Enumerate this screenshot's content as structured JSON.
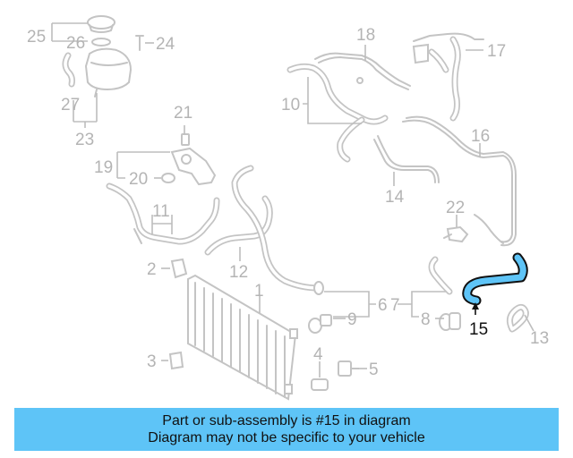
{
  "diagram": {
    "callouts": {
      "c1": "1",
      "c2": "2",
      "c3": "3",
      "c4": "4",
      "c5": "5",
      "c6": "6",
      "c7": "7",
      "c8": "8",
      "c9": "9",
      "c10": "10",
      "c11": "11",
      "c12": "12",
      "c13": "13",
      "c14": "14",
      "c15": "15",
      "c16": "16",
      "c17": "17",
      "c18": "18",
      "c19": "19",
      "c20": "20",
      "c21": "21",
      "c22": "22",
      "c23": "23",
      "c24": "24",
      "c25": "25",
      "c26": "26",
      "c27": "27"
    },
    "highlighted_part": "15",
    "highlight_color": "#5ec4f7",
    "line_color": "#c4c4c4"
  },
  "banner": {
    "line1": "Part or sub-assembly is #15 in diagram",
    "line2": "Diagram may not be specific to your vehicle",
    "background": "#5ec4f7"
  }
}
